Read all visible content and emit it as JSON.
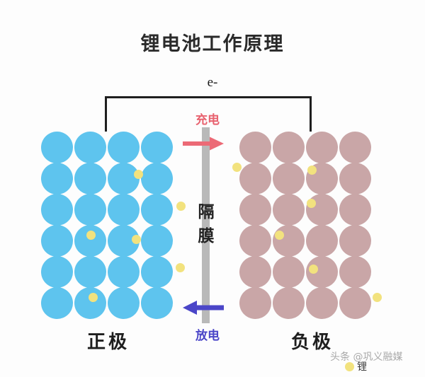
{
  "title": "锂电池工作原理",
  "circuit": {
    "electron_label": "e-"
  },
  "separator": {
    "char_top": "隔",
    "char_bottom": "膜"
  },
  "charge": {
    "label": "充电",
    "color": "#e8626f",
    "direction": "right"
  },
  "discharge": {
    "label": "放电",
    "color": "#4b46c8",
    "direction": "left"
  },
  "electrodes": {
    "cathode": {
      "label": "正极",
      "sphere_color": "#5ec4ee",
      "columns": 4,
      "rows": 6
    },
    "anode": {
      "label": "负极",
      "sphere_color": "#c9a6a7",
      "columns": 4,
      "rows": 6
    }
  },
  "legend": {
    "label": "锂",
    "dot_color": "#f2e27e"
  },
  "watermark": {
    "text": "头条 @巩义融媒"
  },
  "ions": {
    "color": "#f2e27e",
    "cathode_positions": [
      [
        131,
        54
      ],
      [
        191,
        99
      ],
      [
        64,
        140
      ],
      [
        128,
        146
      ],
      [
        190,
        186
      ],
      [
        67,
        228
      ]
    ],
    "anode_positions": [
      [
        -10,
        44
      ],
      [
        96,
        48
      ],
      [
        95,
        95
      ],
      [
        50,
        140
      ],
      [
        98,
        188
      ],
      [
        188,
        228
      ]
    ]
  }
}
